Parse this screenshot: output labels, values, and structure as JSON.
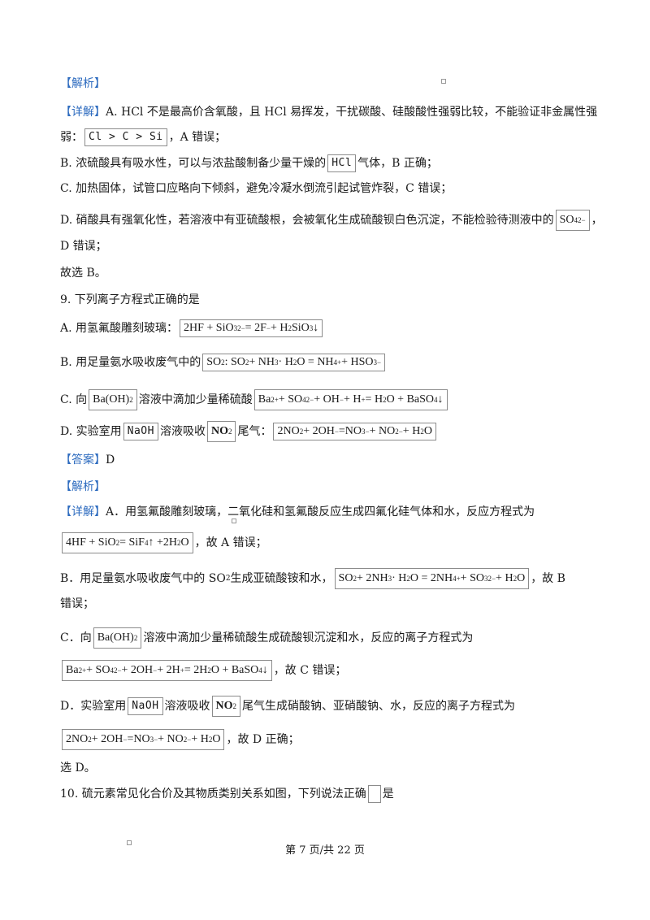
{
  "section1": {
    "jiexi_tag": "【解析】",
    "xiangjie_tag": "【详解】",
    "optA_text": "A. HCl 不是最高价含氧酸，且 HCl 易挥发，干扰碳酸、硅酸酸性强弱比较，不能验证非金属性强",
    "optA_text2a": "弱：",
    "optA_box": "Cl > C > Si",
    "optA_text2b": "，A 错误；",
    "optB_a": "B. 浓硫酸具有吸水性，可以与浓盐酸制备少量干燥的",
    "optB_box": "HCl",
    "optB_b": "气体，B 正确；",
    "optC": "C. 加热固体，试管口应略向下倾斜，避免冷凝水倒流引起试管炸裂，C 错误；",
    "optD_a": "D. 硝酸具有强氧化性，若溶液中有亚硫酸根，会被氧化生成硫酸钡白色沉淀，不能检验待测液中的",
    "optD_b": "，",
    "optD_c": "D 错误；",
    "choose": "故选 B。"
  },
  "q9": {
    "title": "9. 下列离子方程式正确的是",
    "A_label": "A. 用氢氟酸雕刻玻璃：",
    "B_label": "B. 用足量氨水吸收废气中的",
    "C_label_a": "C. 向",
    "C_label_b": "溶液中滴加少量稀硫酸",
    "D_label_a": "D. 实验室用",
    "D_box_naoh": "NaOH",
    "D_label_b": "溶液吸收",
    "D_label_c": "尾气：",
    "answer_tag": "【答案】",
    "answer": "D",
    "jiexi_tag": "【解析】",
    "xiangjie_tag": "【详解】",
    "expA": "A．用氢氟酸雕刻玻璃，二氧化硅和氢氟酸反应生成四氟化硅气体和水，反应方程式为",
    "expA_tail": "，故 A 错误；",
    "expB_a": "B．用足量氨水吸收废气中的 SO",
    "expB_b": "生成亚硫酸铵和水，",
    "expB_c": "，故 B",
    "expB_d": "错误；",
    "expC_a": "C．向",
    "expC_b": "溶液中滴加少量稀硫酸生成硫酸钡沉淀和水，反应的离子方程式为",
    "expC_tail": "，故 C 错误；",
    "expD_a": "D．实验室用",
    "expD_b": "溶液吸收",
    "expD_c": "尾气生成硝酸钠、亚硝酸钠、水，反应的离子方程式为",
    "expD_tail": "，故 D 正确；",
    "choose": "选 D。"
  },
  "q10": {
    "title_a": "10. 硫元素常见化合价及其物质类别关系如图，下列说法正确",
    "title_b": "是"
  },
  "footer": "第 7 页/共 22 页"
}
